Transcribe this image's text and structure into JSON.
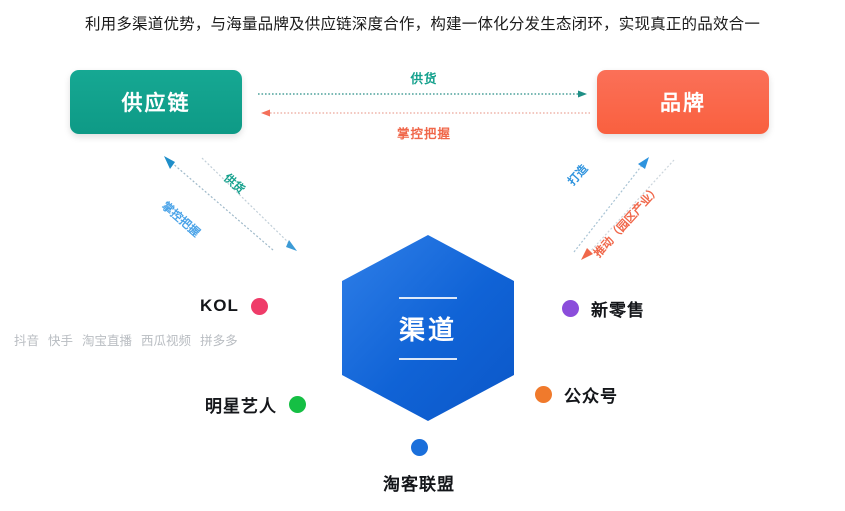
{
  "headline": "利用多渠道优势，与海量品牌及供应链深度合作，构建一体化分发生态闭环，实现真正的品效合一",
  "nodes": {
    "supply_chain": {
      "label": "供应链",
      "color": "#0e9a86"
    },
    "brand": {
      "label": "品牌",
      "color": "#f9603f"
    },
    "channel": {
      "label": "渠道",
      "color": "#1063d6"
    }
  },
  "connectors": {
    "supply_to_brand": {
      "label": "供货",
      "color": "#15a18d",
      "direction": "right"
    },
    "brand_to_supply": {
      "label": "掌控把握",
      "color": "#f0674a",
      "direction": "left"
    },
    "channel_to_supply": {
      "label": "供货",
      "color": "#15a18d",
      "direction": "up-left"
    },
    "supply_to_channel": {
      "label": "掌控把握",
      "color": "#4aa3e8",
      "direction": "down-right"
    },
    "channel_to_brand": {
      "label": "打造",
      "color": "#2e93de",
      "direction": "up-right"
    },
    "brand_to_channel": {
      "label": "推动（园区产业）",
      "color": "#f0674a",
      "direction": "down-left"
    }
  },
  "channel_nodes": [
    {
      "id": "kol",
      "label": "KOL",
      "color": "#ef3c69",
      "side": "left"
    },
    {
      "id": "new-retail",
      "label": "新零售",
      "color": "#8b4ddb",
      "side": "right"
    },
    {
      "id": "celebrity",
      "label": "明星艺人",
      "color": "#15bf44",
      "side": "left"
    },
    {
      "id": "official-account",
      "label": "公众号",
      "color": "#f07a2c",
      "side": "right"
    },
    {
      "id": "taoke-alliance",
      "label": "淘客联盟",
      "color": "#1a6fdb",
      "side": "bottom"
    }
  ],
  "platforms": [
    "抖音",
    "快手",
    "淘宝直播",
    "西瓜视频",
    "拼多多"
  ]
}
